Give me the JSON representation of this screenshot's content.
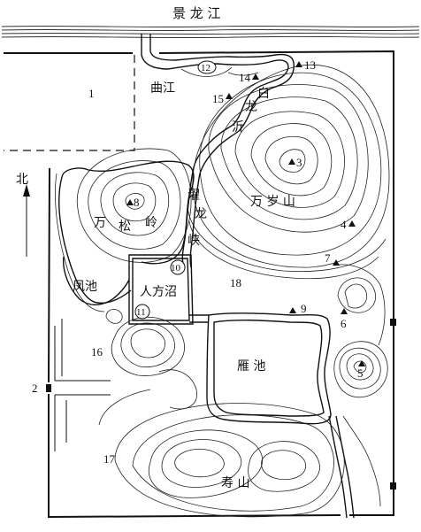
{
  "labels": {
    "river_name": "景 龙 江",
    "qujiang": "曲江",
    "bailong_1": "白",
    "bailong_2": "龙",
    "bailong_3": "沂",
    "zhuolong_1": "濯",
    "zhuolong_2": "龙",
    "zhuolong_3": "峡",
    "wansui": "万 岁 山",
    "wansong_1": "万",
    "wansong_2": "松",
    "wansong_3": "岭",
    "fengchi": "凤池",
    "renfangzhao": "人方沼",
    "yanchi": "雁 池",
    "shoushan": "寿 山",
    "north": "北"
  },
  "markers": [
    {
      "id": "m1",
      "text": "1"
    },
    {
      "id": "m2",
      "text": "2"
    },
    {
      "id": "m3",
      "text": "3"
    },
    {
      "id": "m4",
      "text": "4"
    },
    {
      "id": "m5",
      "text": "5"
    },
    {
      "id": "m6",
      "text": "6"
    },
    {
      "id": "m7",
      "text": "7"
    },
    {
      "id": "m8",
      "text": "8"
    },
    {
      "id": "m9",
      "text": "9"
    },
    {
      "id": "m10",
      "text": "10"
    },
    {
      "id": "m11",
      "text": "11"
    },
    {
      "id": "m12",
      "text": "12"
    },
    {
      "id": "m13",
      "text": "13"
    },
    {
      "id": "m14",
      "text": "14"
    },
    {
      "id": "m15",
      "text": "15"
    },
    {
      "id": "m16",
      "text": "16"
    },
    {
      "id": "m17",
      "text": "17"
    },
    {
      "id": "m18",
      "text": "18"
    }
  ]
}
